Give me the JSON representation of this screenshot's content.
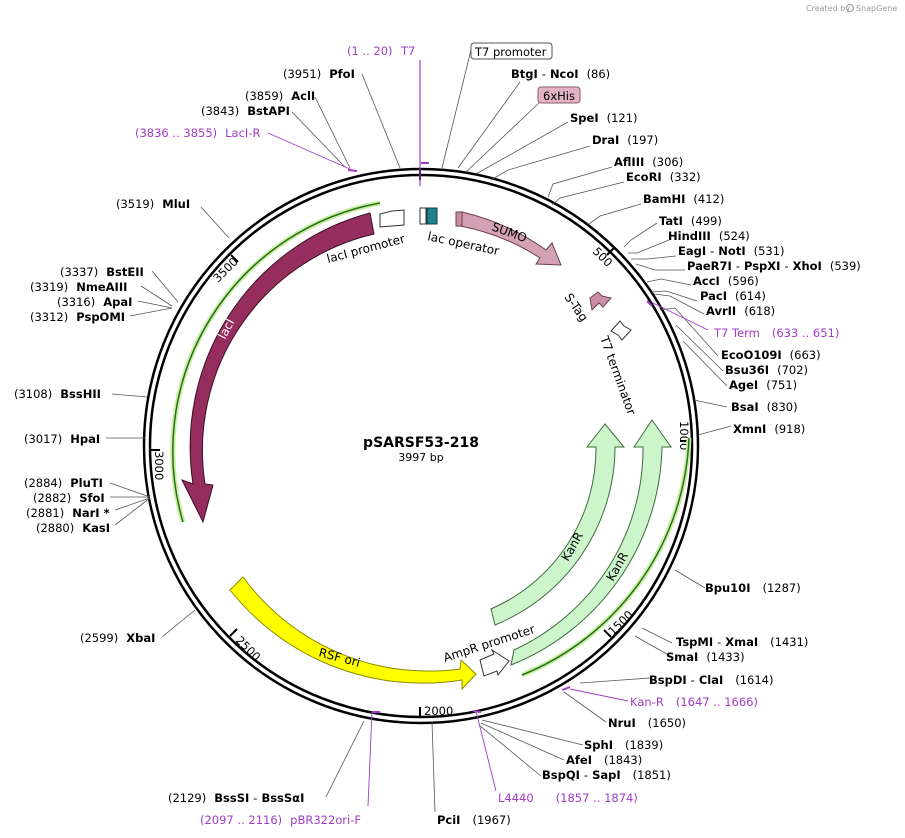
{
  "credit": {
    "prefix": "Created by",
    "brand": "SnapGene"
  },
  "plasmid": {
    "name": "pSARSF53-218",
    "size_label": "3997 bp"
  },
  "ticks": [
    "500",
    "1000",
    "1500",
    "2000",
    "2500",
    "3000",
    "3500"
  ],
  "colors": {
    "laci": "#952d5e",
    "sumo": "#d2a2b4",
    "stag": "#c98ea6",
    "kanr": "#ccf5cc",
    "rsf": "#ffff00",
    "t7_line": "#a03cc8",
    "primer": "#a03cc8",
    "tag_bg": "#e3b3c5"
  },
  "features": {
    "sumo": "SUMO",
    "lac_operator": "lac operator",
    "laci_promoter": "lacI promoter",
    "laci": "lacI",
    "stag": "S-Tag",
    "t7_terminator": "T7 terminator",
    "kanr_inner": "KanR",
    "kanr_outer": "KanR",
    "ampr_promoter": "AmpR promoter",
    "rsf_ori": "RSF ori",
    "t7_promoter": "T7 promoter",
    "his_tag": "6xHis"
  },
  "enzymes": {
    "btgi": {
      "name": "BtgI",
      "dash": "-",
      "name2": "NcoI",
      "pos": "(86)"
    },
    "spei": {
      "name": "SpeI",
      "pos": "(121)"
    },
    "drai": {
      "name": "DraI",
      "pos": "(197)"
    },
    "aflii": {
      "name": "AflIII",
      "pos": "(306)"
    },
    "ecori": {
      "name": "EcoRI",
      "pos": "(332)"
    },
    "bamhi": {
      "name": "BamHI",
      "pos": "(412)"
    },
    "tati": {
      "name": "TatI",
      "pos": "(499)"
    },
    "hindiii": {
      "name": "HindIII",
      "pos": "(524)"
    },
    "eagi": {
      "name": "EagI",
      "dash": "-",
      "name2": "NotI",
      "pos": "(531)"
    },
    "paer7i": {
      "name": "PaeR7I",
      "dash": "-",
      "name2": "PspXI",
      "dash2": "-",
      "name3": "XhoI",
      "pos": "(539)"
    },
    "acci": {
      "name": "AccI",
      "pos": "(596)"
    },
    "paci": {
      "name": "PacI",
      "pos": "(614)"
    },
    "avrii": {
      "name": "AvrII",
      "pos": "(618)"
    },
    "eco0109i": {
      "name": "EcoO109I",
      "pos": "(663)"
    },
    "bsu36i": {
      "name": "Bsu36I",
      "pos": "(702)"
    },
    "agei": {
      "name": "AgeI",
      "pos": "(751)"
    },
    "bsai": {
      "name": "BsaI",
      "pos": "(830)"
    },
    "xmni": {
      "name": "XmnI",
      "pos": "(918)"
    },
    "bpu10i": {
      "name": "Bpu10I",
      "pos": "(1287)"
    },
    "tspmi": {
      "name": "TspMI",
      "dash": "-",
      "name2": "XmaI",
      "pos": "(1431)"
    },
    "smai": {
      "name": "SmaI",
      "pos": "(1433)"
    },
    "bspdi": {
      "name": "BspDI",
      "dash": "-",
      "name2": "ClaI",
      "pos": "(1614)"
    },
    "nrui": {
      "name": "NruI",
      "pos": "(1650)"
    },
    "sphi": {
      "name": "SphI",
      "pos": "(1839)"
    },
    "afei": {
      "name": "AfeI",
      "pos": "(1843)"
    },
    "bspqi": {
      "name": "BspQI",
      "dash": "-",
      "name2": "SapI",
      "pos": "(1851)"
    },
    "pcii": {
      "name": "PciI",
      "pos": "(1967)"
    },
    "bsssi": {
      "name": "BssSI",
      "dash": "-",
      "name2": "BssSαI",
      "pos": "(2129)"
    },
    "xbai": {
      "name": "XbaI",
      "pos": "(2599)"
    },
    "kasi": {
      "name": "KasI",
      "pos": "(2880)"
    },
    "nari": {
      "name": "NarI *",
      "pos": "(2881)"
    },
    "sfoi": {
      "name": "SfoI",
      "pos": "(2882)"
    },
    "pluti": {
      "name": "PluTI",
      "pos": "(2884)"
    },
    "hpai": {
      "name": "HpaI",
      "pos": "(3017)"
    },
    "bsshii": {
      "name": "BssHII",
      "pos": "(3108)"
    },
    "pspomi": {
      "name": "PspOMI",
      "pos": "(3312)"
    },
    "apai": {
      "name": "ApaI",
      "pos": "(3316)"
    },
    "nmeaiii": {
      "name": "NmeAIII",
      "pos": "(3319)"
    },
    "bsteii": {
      "name": "BstEII",
      "pos": "(3337)"
    },
    "mlui": {
      "name": "MluI",
      "pos": "(3519)"
    },
    "bstapi": {
      "name": "BstAPI",
      "pos": "(3843)"
    },
    "acli": {
      "name": "AclI",
      "pos": "(3859)"
    },
    "pfoi": {
      "name": "PfoI",
      "pos": "(3951)"
    }
  },
  "primers": {
    "t7": {
      "range": "(1 .. 20)",
      "name": "T7"
    },
    "laci_r": {
      "range": "(3836 .. 3855)",
      "name": "LacI-R"
    },
    "t7_term": {
      "name": "T7 Term",
      "range": "(633 .. 651)"
    },
    "kan_r": {
      "name": "Kan-R",
      "range": "(1647 .. 1666)"
    },
    "l4440": {
      "name": "L4440",
      "range": "(1857 .. 1874)"
    },
    "pbr322": {
      "range": "(2097 .. 2116)",
      "name": "pBR322ori-F"
    }
  }
}
